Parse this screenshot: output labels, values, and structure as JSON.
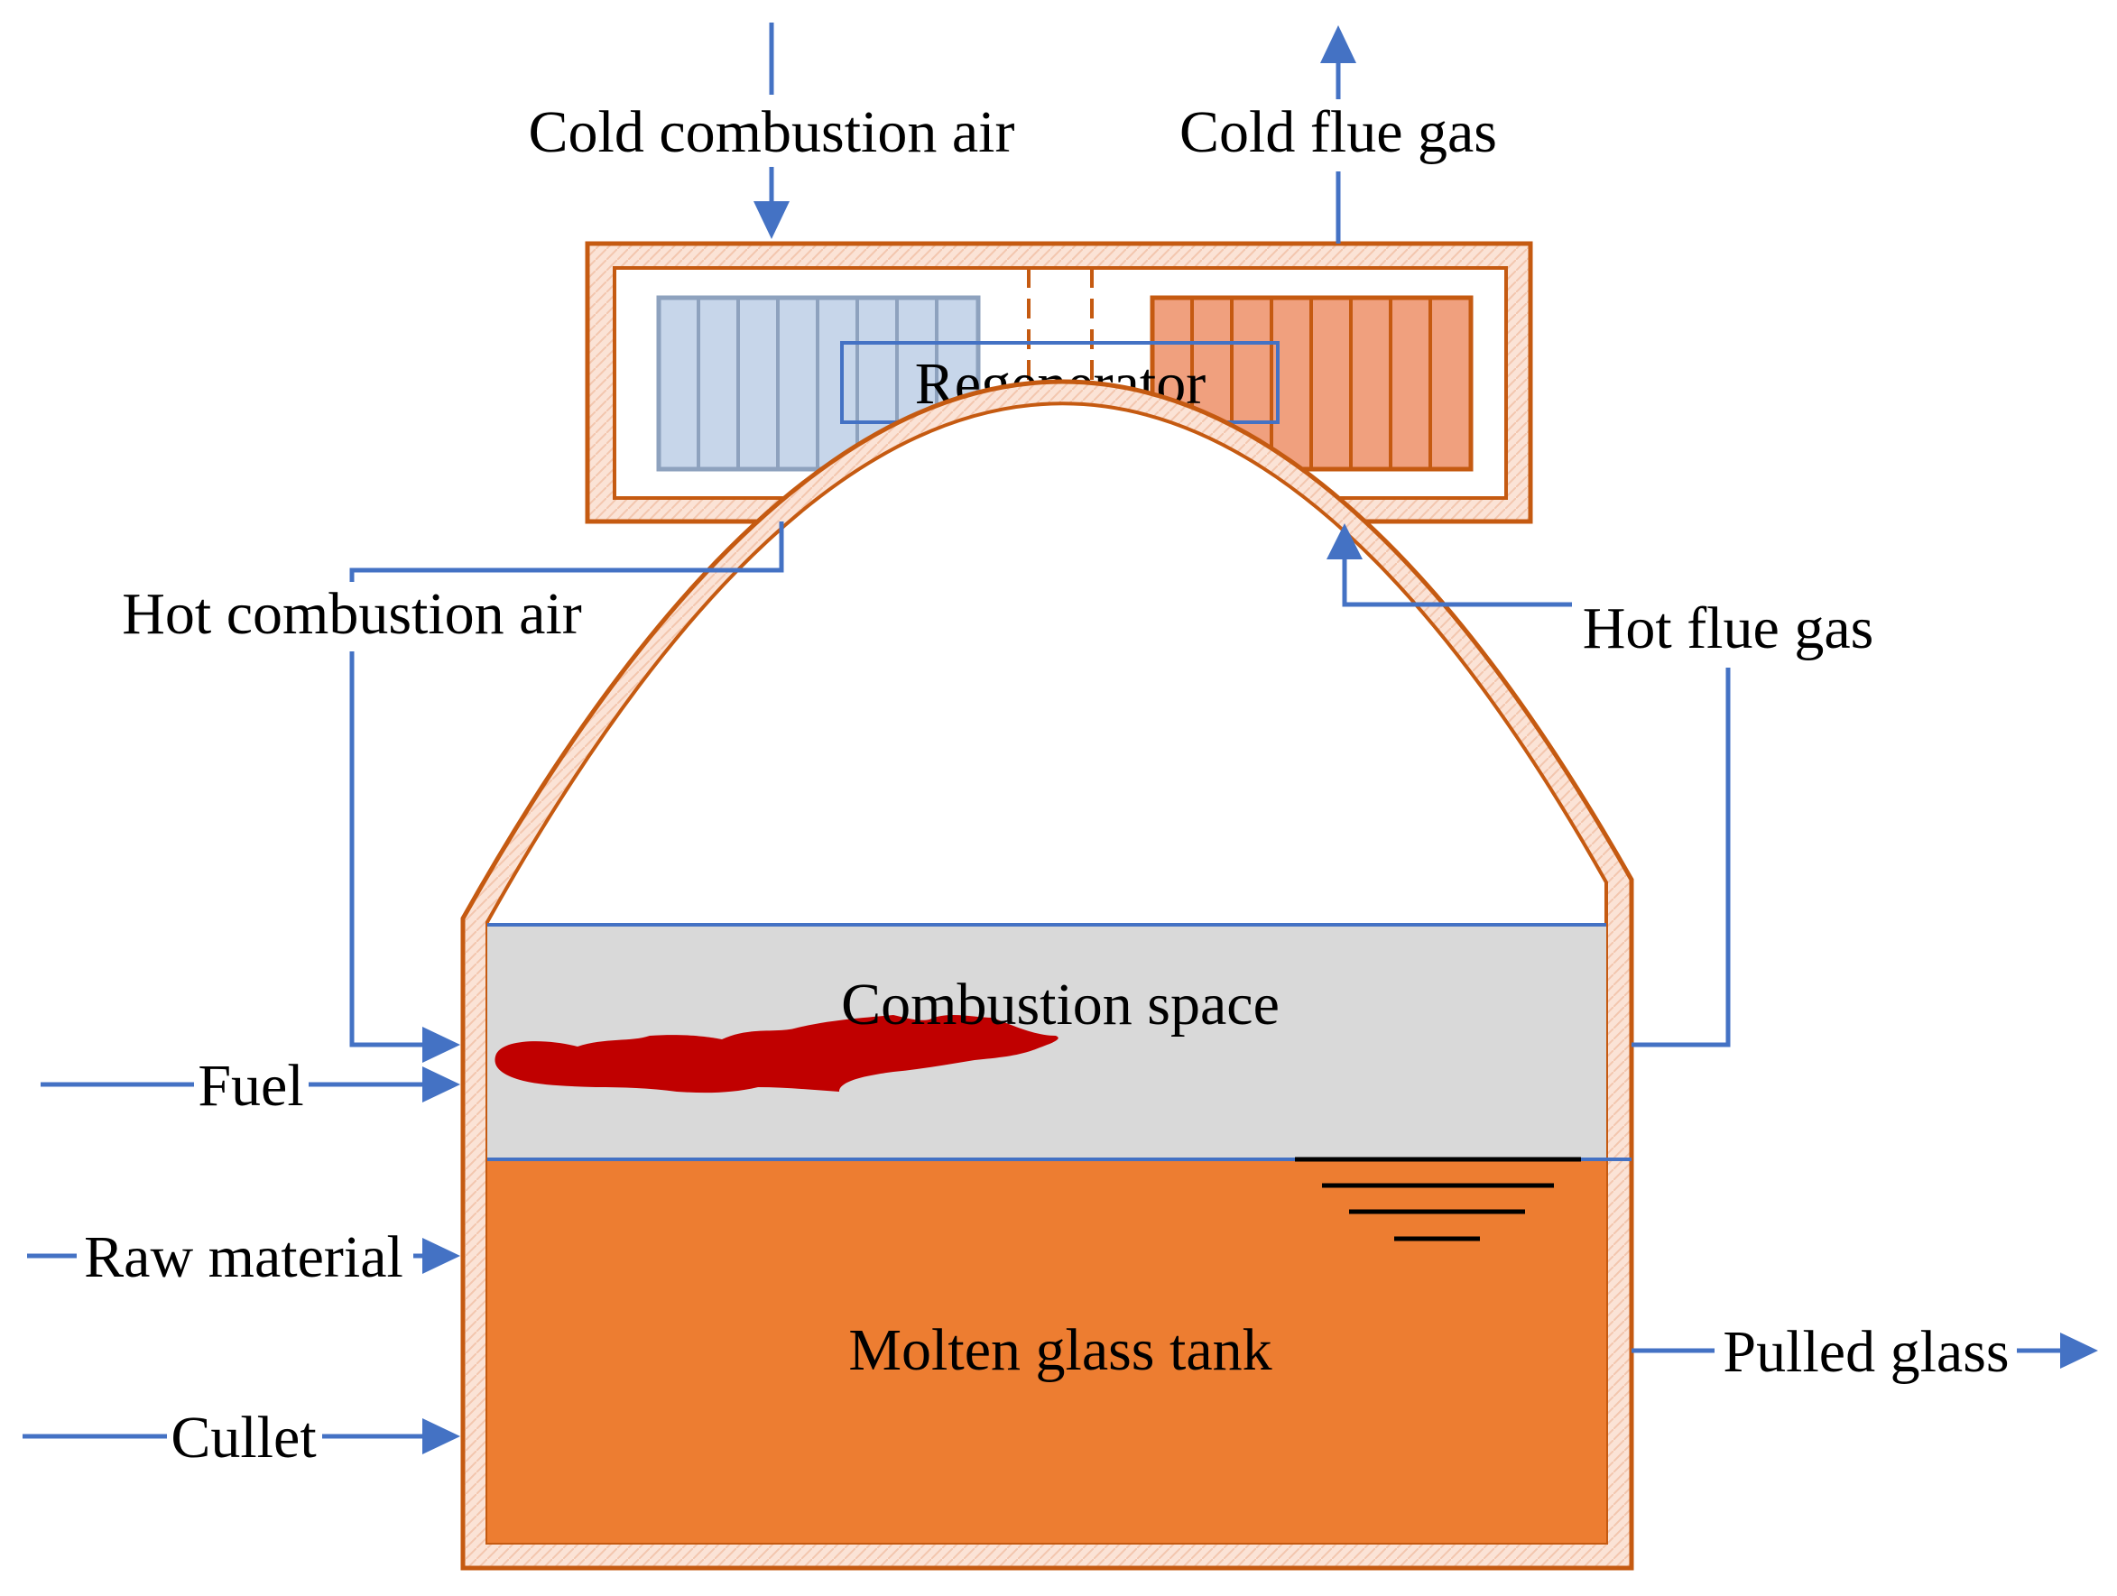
{
  "labels": {
    "cold_air": "Cold combustion air",
    "cold_flue": "Cold flue gas",
    "regenerator": "Regenerator",
    "hot_air": "Hot combustion air",
    "hot_flue": "Hot flue gas",
    "combustion_space": "Combustion space",
    "fuel": "Fuel",
    "raw_material": "Raw material",
    "cullet": "Cullet",
    "molten_tank": "Molten glass tank",
    "pulled_glass": "Pulled glass"
  },
  "colors": {
    "flow_arrow": "#4472C4",
    "wall_fill": "#FBE3D6",
    "wall_stroke": "#C55A11",
    "cold_chamber": "#C7D6EA",
    "cold_chamber_stroke": "#8EA2BE",
    "hot_chamber": "#F0A07E",
    "combustion_space": "#D9D9D9",
    "molten_glass": "#ED7D31",
    "flame": "#C00000"
  }
}
